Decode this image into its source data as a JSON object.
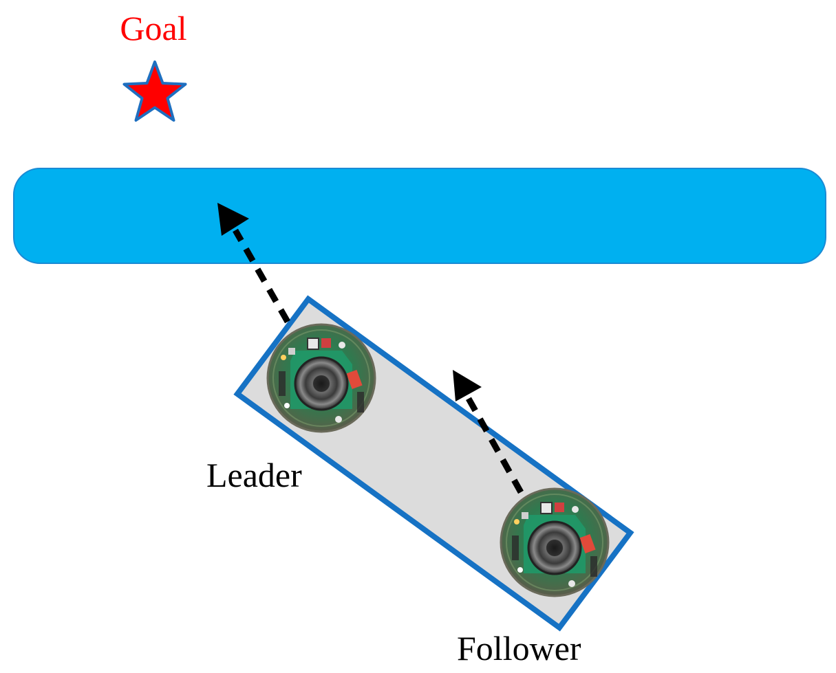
{
  "labels": {
    "goal": "Goal",
    "leader": "Leader",
    "follower": "Follower"
  },
  "icons": {
    "goal_marker": "star-icon",
    "leader_robot": "robot-icon",
    "follower_robot": "robot-icon",
    "leader_heading": "arrow-icon",
    "follower_heading": "arrow-icon"
  },
  "colors": {
    "goal_text": "#ff0000",
    "goal_star_fill": "#ff0000",
    "goal_star_stroke": "#1e6fc0",
    "obstacle_fill": "#00b0f0",
    "obstacle_stroke": "#1a8ad4",
    "formation_fill": "#dcdcdc",
    "formation_stroke": "#1672c4",
    "arrow": "#000000",
    "label_text": "#000000"
  }
}
